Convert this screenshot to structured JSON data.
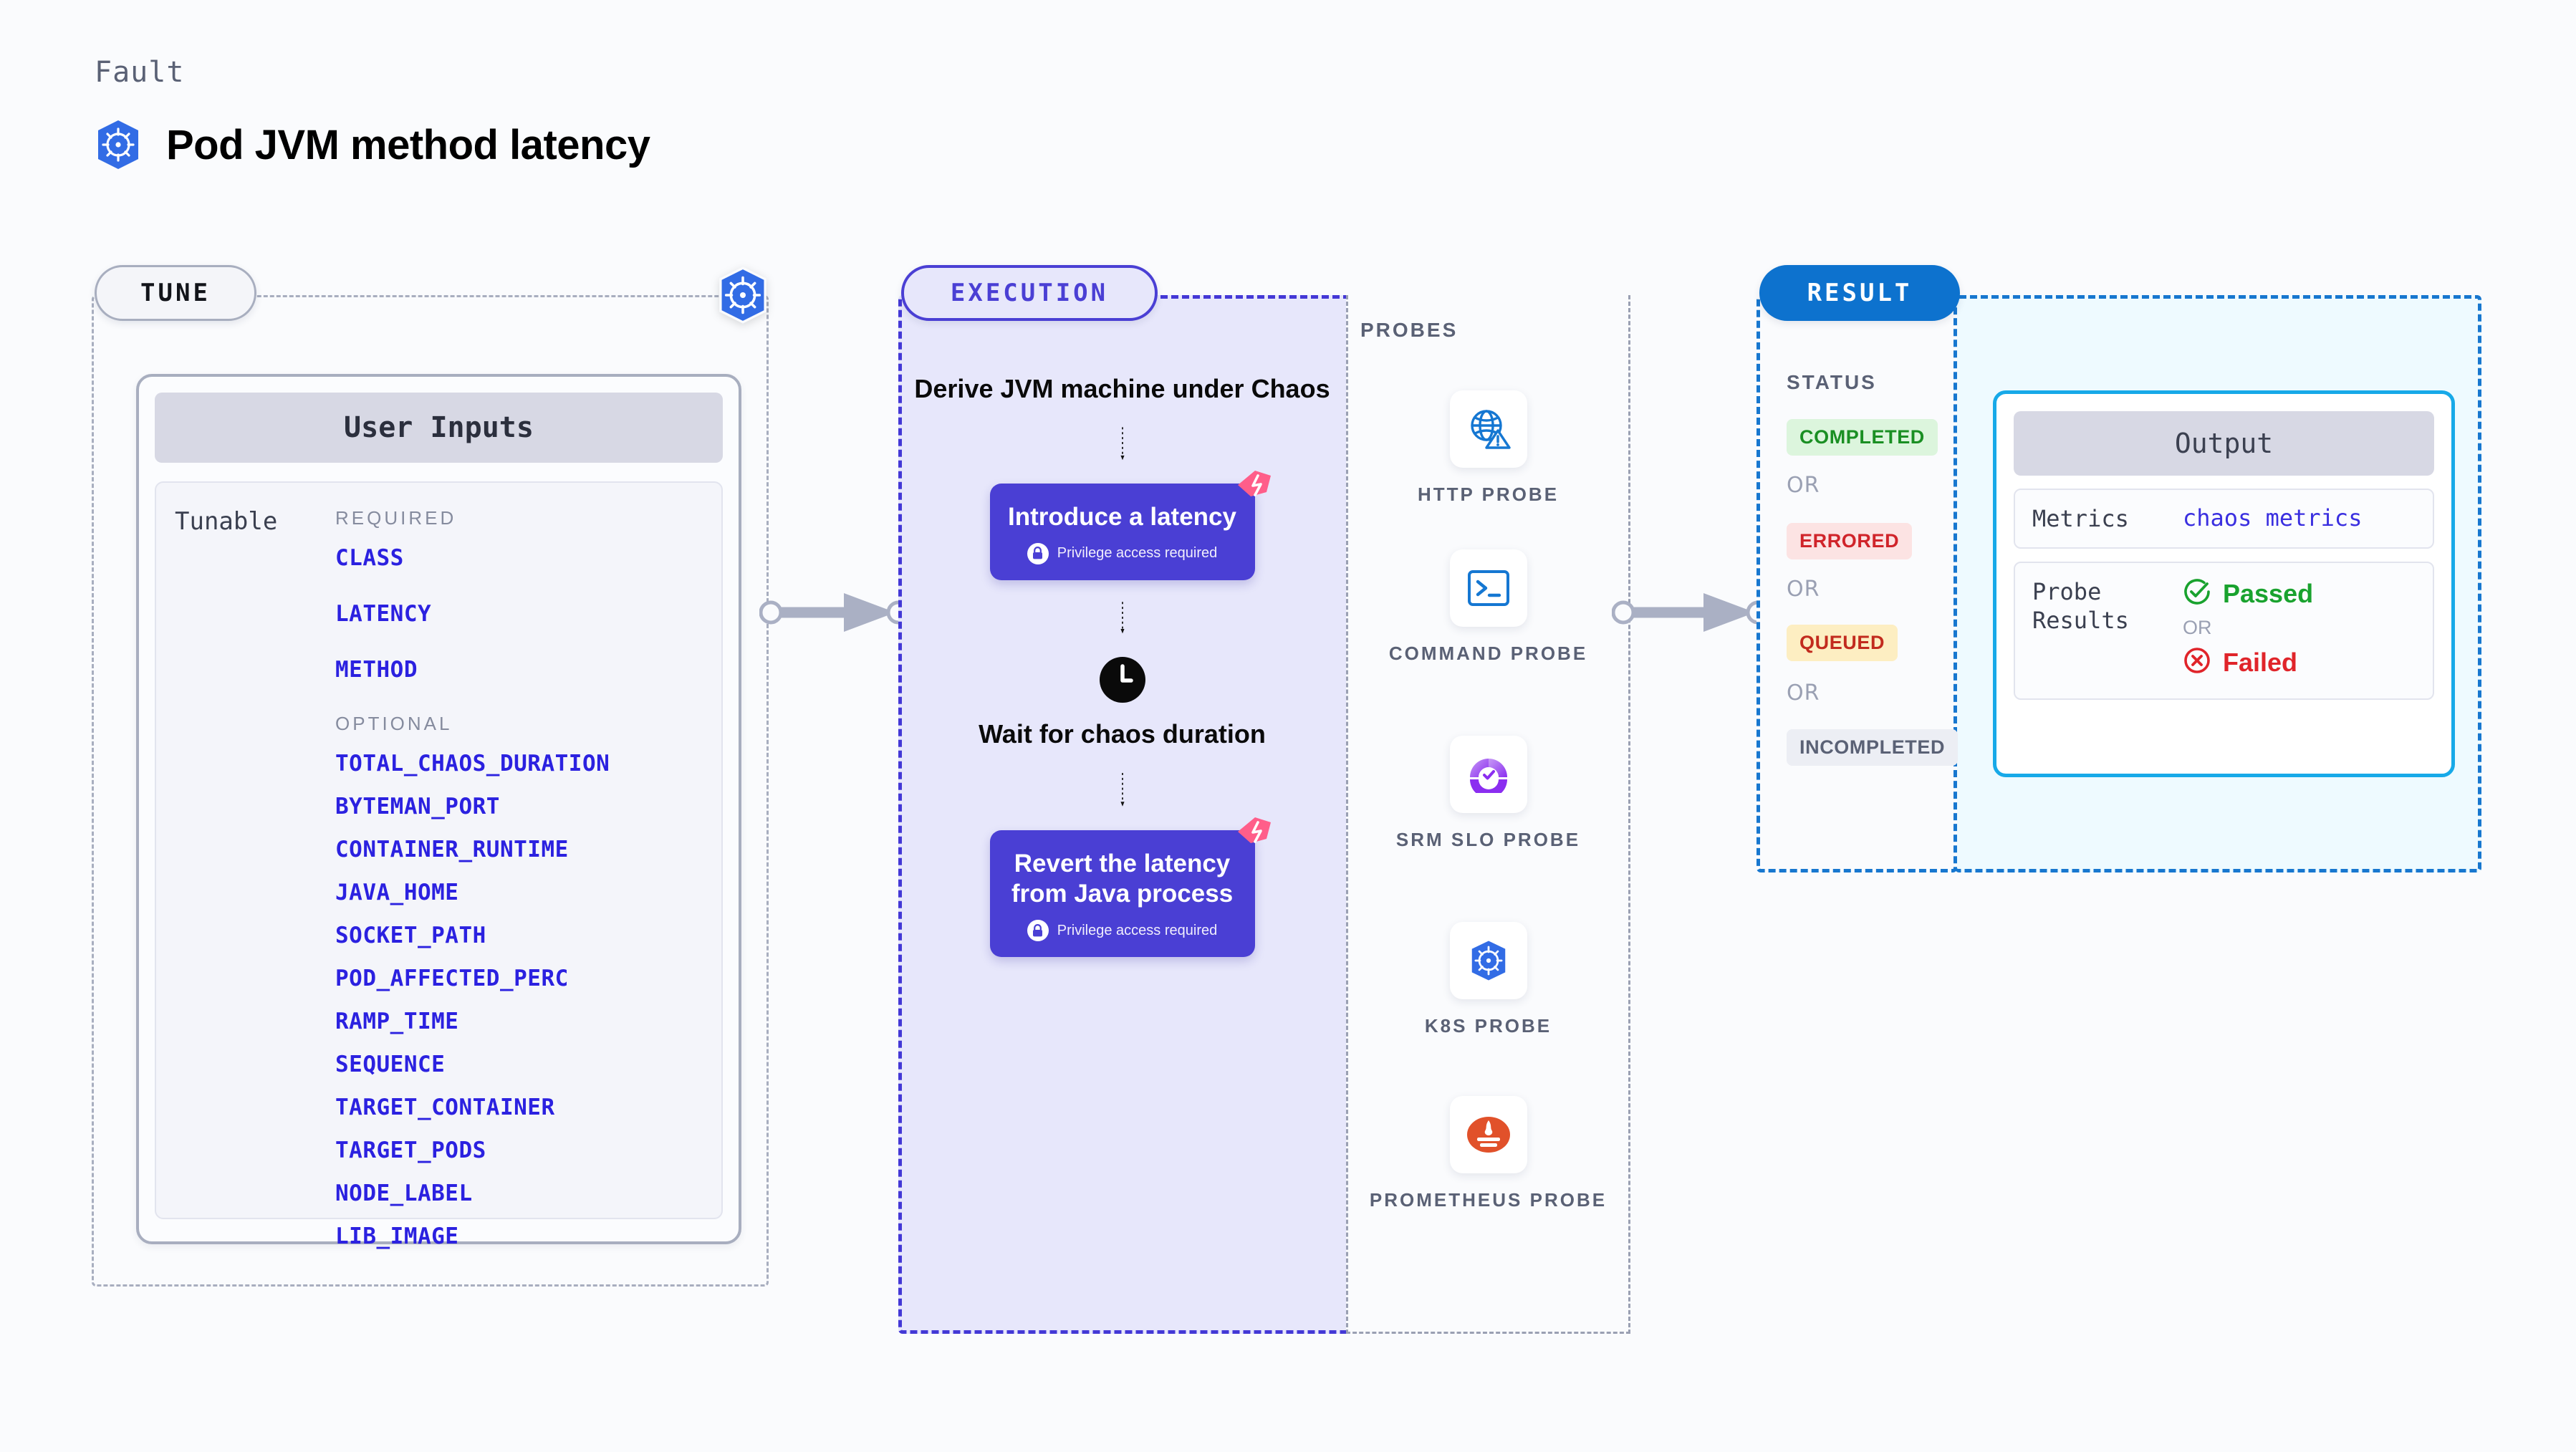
{
  "header": {
    "eyebrow": "Fault",
    "title": "Pod JVM method latency",
    "icon": "kubernetes-icon"
  },
  "tune": {
    "pill_label": "TUNE",
    "badge_icon": "kubernetes-icon",
    "card_title": "User Inputs",
    "tunable_label": "Tunable",
    "required_title": "REQUIRED",
    "required": [
      "CLASS",
      "LATENCY",
      "METHOD"
    ],
    "optional_title": "OPTIONAL",
    "optional": [
      "TOTAL_CHAOS_DURATION",
      "BYTEMAN_PORT",
      "CONTAINER_RUNTIME",
      "JAVA_HOME",
      "SOCKET_PATH",
      "POD_AFFECTED_PERC",
      "RAMP_TIME",
      "SEQUENCE",
      "TARGET_CONTAINER",
      "TARGET_PODS",
      "NODE_LABEL",
      "LIB_IMAGE"
    ]
  },
  "execution": {
    "pill_label": "EXECUTION",
    "step1_text": "Derive JVM machine under Chaos",
    "step2_title": "Introduce a latency",
    "step2_note": "Privilege access required",
    "step2_icon": "lock-icon",
    "step2_corner_icon": "harness-icon",
    "step3_icon": "clock-icon",
    "step3_text": "Wait for chaos duration",
    "step4_title": "Revert the latency from Java process",
    "step4_note": "Privilege access required",
    "step4_icon": "lock-icon",
    "step4_corner_icon": "harness-icon"
  },
  "probes": {
    "section_label": "PROBES",
    "items": [
      {
        "label": "HTTP PROBE",
        "icon": "globe-warning-icon"
      },
      {
        "label": "COMMAND PROBE",
        "icon": "terminal-icon"
      },
      {
        "label": "SRM SLO PROBE",
        "icon": "srm-slo-icon"
      },
      {
        "label": "K8S PROBE",
        "icon": "kubernetes-icon"
      },
      {
        "label": "PROMETHEUS PROBE",
        "icon": "prometheus-icon"
      }
    ]
  },
  "result": {
    "pill_label": "RESULT",
    "status_label": "STATUS",
    "or_label": "OR",
    "statuses": [
      {
        "text": "COMPLETED",
        "bg": "#dcf5dd",
        "fg": "#1a8f23"
      },
      {
        "text": "ERRORED",
        "bg": "#fce3e3",
        "fg": "#d0242a"
      },
      {
        "text": "QUEUED",
        "bg": "#fdeec2",
        "fg": "#c22b1e"
      },
      {
        "text": "INCOMPLETED",
        "bg": "#eceef4",
        "fg": "#5a6175"
      }
    ]
  },
  "output": {
    "title": "Output",
    "metrics_key": "Metrics",
    "metrics_value": "chaos metrics",
    "probe_results_key": "Probe Results",
    "passed_label": "Passed",
    "passed_icon": "check-circle-icon",
    "or_label": "OR",
    "failed_label": "Failed",
    "failed_icon": "x-circle-icon"
  },
  "colors": {
    "accent_indigo": "#4a3fd4",
    "accent_blue": "#0d72ce",
    "param_blue": "#2b21e0",
    "harness_pink": "#ff5e8a"
  }
}
